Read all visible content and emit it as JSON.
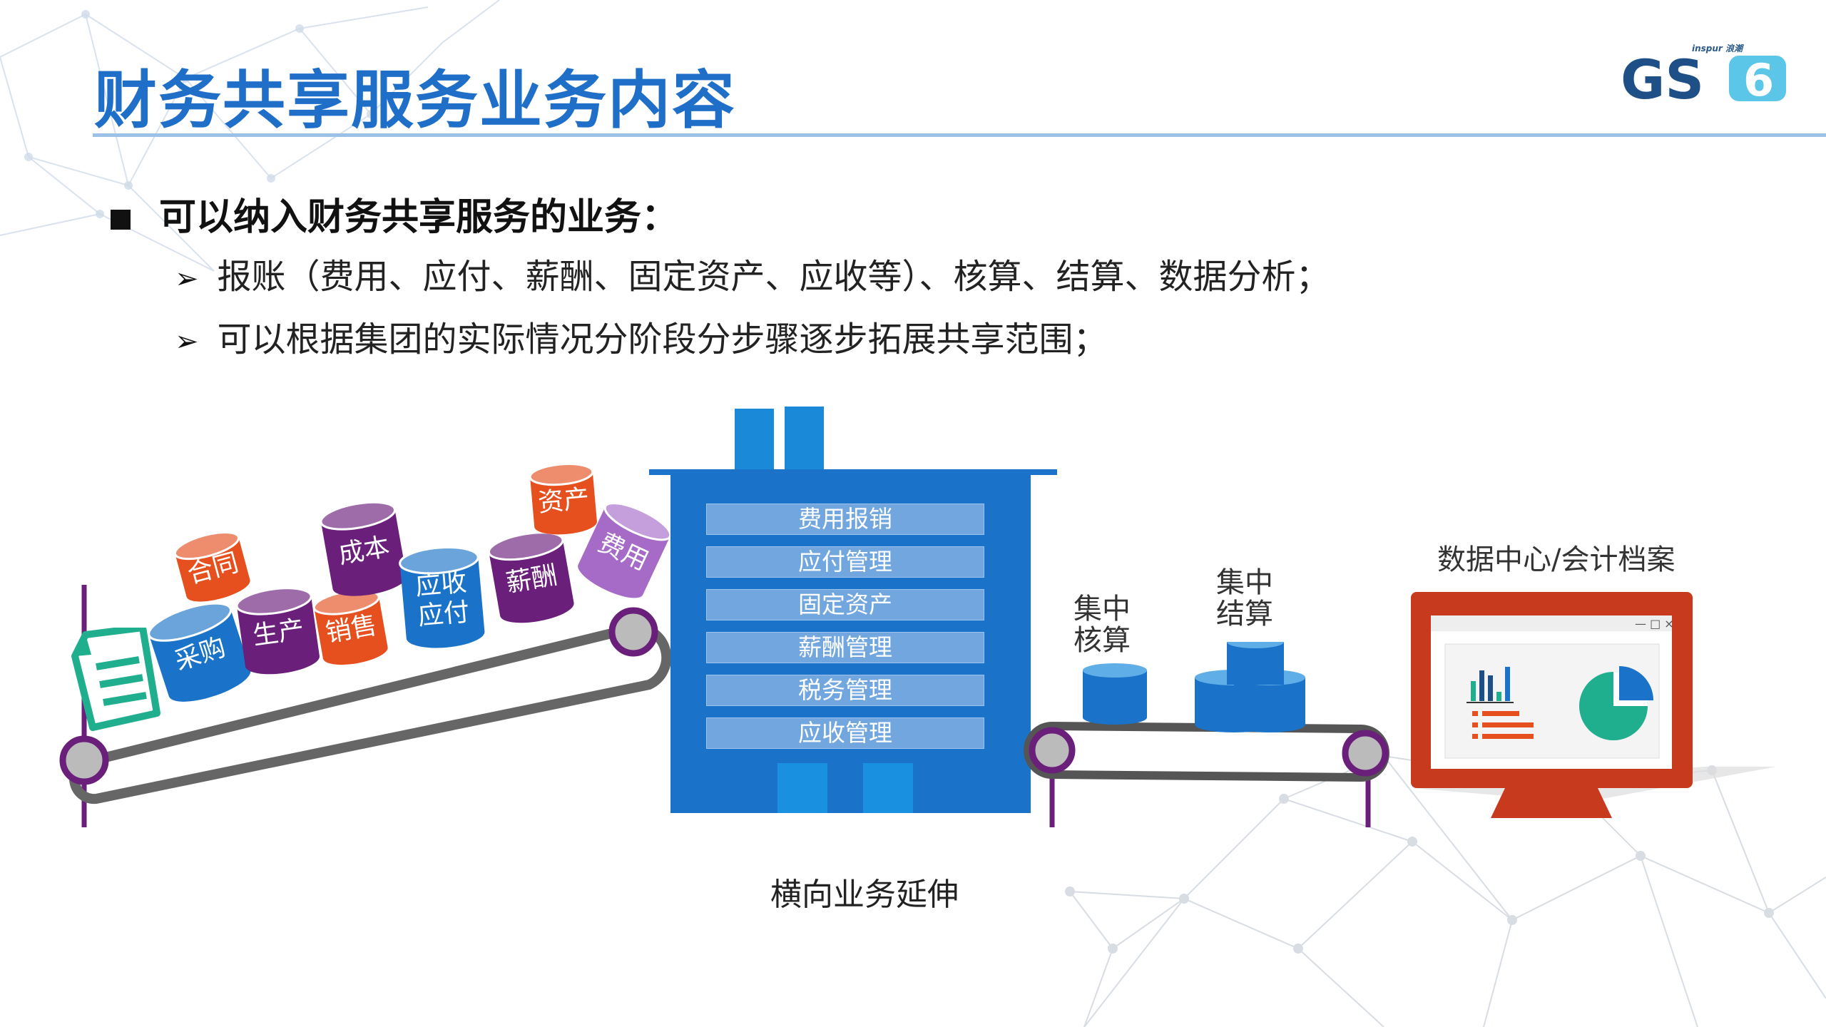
{
  "slide": {
    "title": "财务共享服务业务内容",
    "bullet": "可以纳入财务共享服务的业务：",
    "sub_items": [
      "报账（费用、应付、薪酬、固定资产、应收等）、核算、结算、数据分析；",
      "可以根据集团的实际情况分阶段分步骤逐步拓展共享范围；"
    ],
    "bottom_label": "横向业务延伸"
  },
  "logo": {
    "brand": "inspur 浪潮",
    "text": "GS",
    "version": "6"
  },
  "conveyor_items": [
    {
      "label": "采购",
      "color": "#1a73c8"
    },
    {
      "label": "合同",
      "color": "#e5501e"
    },
    {
      "label": "生产",
      "color": "#6a1f7a"
    },
    {
      "label": "销售",
      "color": "#e5501e"
    },
    {
      "label": "成本",
      "color": "#6a1f7a"
    },
    {
      "label": "应收\n应付",
      "color": "#1a73c8"
    },
    {
      "label": "薪酬",
      "color": "#6a1f7a"
    },
    {
      "label": "资产",
      "color": "#e5501e"
    },
    {
      "label": "费用",
      "color": "#a66bc7"
    }
  ],
  "building_menu": [
    "费用报销",
    "应付管理",
    "固定资产",
    "薪酬管理",
    "税务管理",
    "应收管理"
  ],
  "right_section": {
    "label_1": "集中\n核算",
    "label_2": "集中\n结算",
    "data_center": "数据中心/会计档案"
  },
  "colors": {
    "title_blue": "#1f6fc9",
    "building_blue": "#1a73c8",
    "orange": "#e5501e",
    "purple": "#6a1f7a",
    "monitor_red": "#c83a1e",
    "green": "#1fae8e"
  }
}
